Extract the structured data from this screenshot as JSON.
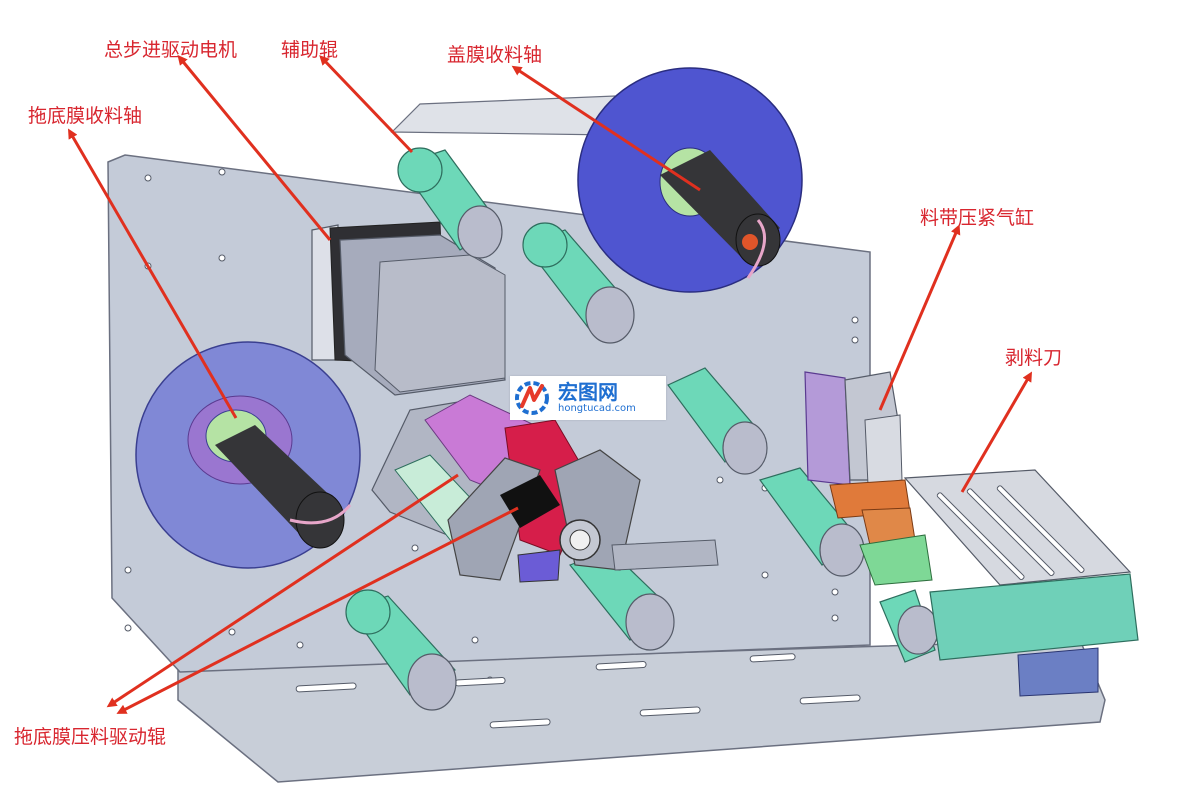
{
  "labels": {
    "stepper_motor": "总步进驱动电机",
    "aux_roller": "辅助辊",
    "cover_film_shaft": "盖膜收料轴",
    "base_film_shaft": "拖底膜收料轴",
    "clamp_cylinder": "料带压紧气缸",
    "peel_blade": "剥料刀",
    "drive_roller": "拖底膜压料驱动辊"
  },
  "watermark": {
    "title": "宏图网",
    "subtitle": "hongtucad.com"
  },
  "colors": {
    "label": "#d8262f",
    "arrow": "#e0301f",
    "plate": "#c9cfda",
    "cover_reel": "#4f55d0",
    "base_reel": "#7f86d8",
    "roller": "#6dd8b8",
    "core": "#3a3a3a",
    "drive_roller_pink": "#c97ad6",
    "drive_roller_red": "#d61e4a",
    "cylinder_purple": "#b49ad8",
    "clamp_orange": "#e07a3a",
    "blade_teal": "#6fd0b8"
  }
}
